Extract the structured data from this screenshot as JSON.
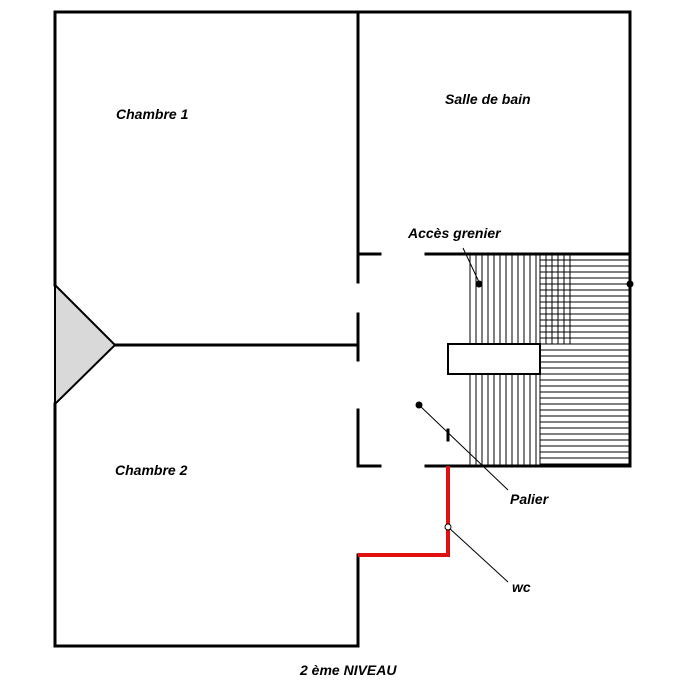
{
  "title": "2 ème NIVEAU",
  "rooms": {
    "chambre1": "Chambre 1",
    "chambre2": "Chambre 2",
    "salle_de_bain": "Salle de bain"
  },
  "annotations": {
    "acces_grenier": "Accès grenier",
    "palier": "Palier",
    "wc": "wc"
  },
  "colors": {
    "walls": "#000000",
    "wc_partition": "#e01010",
    "triangle_fill": "#d9d9d9"
  }
}
